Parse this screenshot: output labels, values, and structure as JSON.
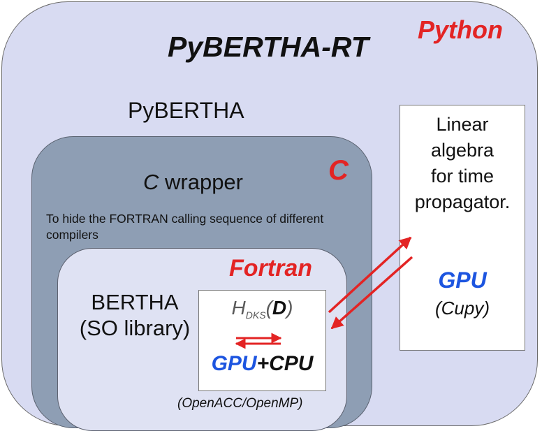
{
  "title": "PyBERTHA-RT",
  "python_label": "Python",
  "pybertha_label": "PyBERTHA",
  "c_wrapper": {
    "prefix": "C",
    "suffix": " wrapper",
    "lang": "C",
    "note": "To hide the FORTRAN calling sequence of different compilers"
  },
  "fortran": {
    "lang": "Fortran",
    "bertha_line1": "BERTHA",
    "bertha_line2": "(SO library)",
    "kernel_h": "H",
    "kernel_sub": "DKS",
    "kernel_open": "(",
    "kernel_d": "D",
    "kernel_close": ")",
    "gpu": "GPU",
    "plus_cpu": "+CPU",
    "openacc": "(OpenACC/OpenMP)"
  },
  "linear_algebra": {
    "lines": [
      "Linear",
      "algebra",
      "for time",
      "propagator."
    ],
    "gpu": "GPU",
    "lib": "(Cupy)"
  },
  "colors": {
    "outer_bg": "#d8dbf2",
    "c_bg": "#8e9eb4",
    "fortran_bg": "#dfe2f3",
    "red": "#e32424",
    "blue": "#1d55e0"
  }
}
